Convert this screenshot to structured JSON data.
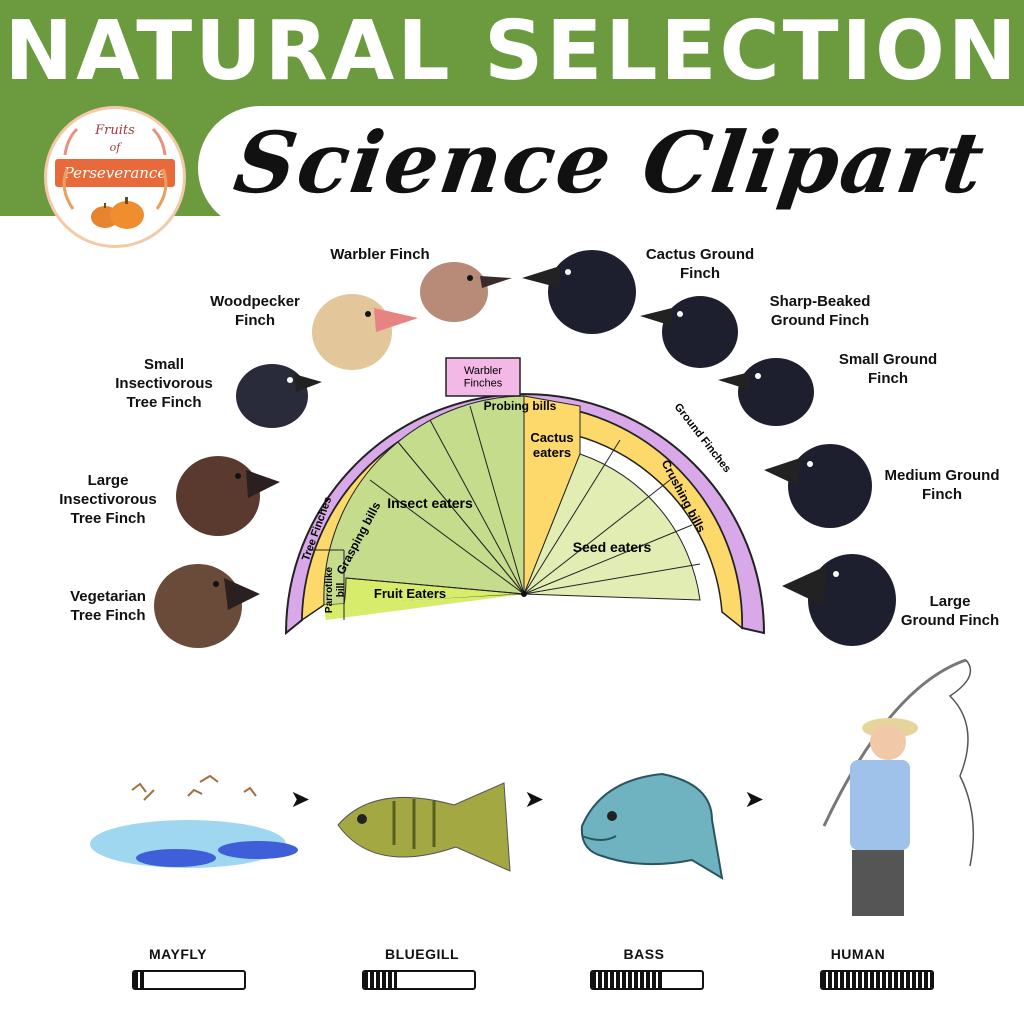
{
  "header": {
    "title": "NATURAL SELECTION",
    "subtitle": "Science Clipart",
    "logo": {
      "line1": "Fruits",
      "line2": "of",
      "ribbon": "Perseverance"
    }
  },
  "finches": {
    "left": [
      {
        "name": "Woodpecker\nFinch"
      },
      {
        "name": "Small\nInsectivorous\nTree Finch"
      },
      {
        "name": "Large\nInsectivorous\nTree Finch"
      },
      {
        "name": "Vegetarian\nTree Finch"
      }
    ],
    "top": {
      "name": "Warbler Finch"
    },
    "right": [
      {
        "name": "Cactus Ground\nFinch"
      },
      {
        "name": "Sharp-Beaked\nGround Finch"
      },
      {
        "name": "Small Ground\nFinch"
      },
      {
        "name": "Medium Ground\nFinch"
      },
      {
        "name": "Large\nGround Finch"
      }
    ]
  },
  "diagram": {
    "outer_left": "Tree Finches",
    "outer_top": "Warbler\nFinches",
    "outer_right": "Ground Finches",
    "bill_probing": "Probing bills",
    "bill_grasping": "Grasping bills",
    "bill_crushing": "Crushing bills",
    "bill_parrotlike": "Parrotlike\nbill",
    "diet_insect": "Insect eaters",
    "diet_fruit": "Fruit Eaters",
    "diet_cactus": "Cactus\neaters",
    "diet_seed": "Seed eaters",
    "colors": {
      "outer": "#d8a8e8",
      "bills": "#fcd96a",
      "insect": "#c5dc8c",
      "fruit": "#d6ec6a",
      "seed": "#e2edb4",
      "cactus": "#fcd96a"
    }
  },
  "food_chain": [
    {
      "label": "MAYFLY",
      "level": 0.1
    },
    {
      "label": "BLUEGILL",
      "level": 0.3
    },
    {
      "label": "BASS",
      "level": 0.65
    },
    {
      "label": "HUMAN",
      "level": 1.0
    }
  ],
  "colors": {
    "banner": "#6c9b3f"
  }
}
